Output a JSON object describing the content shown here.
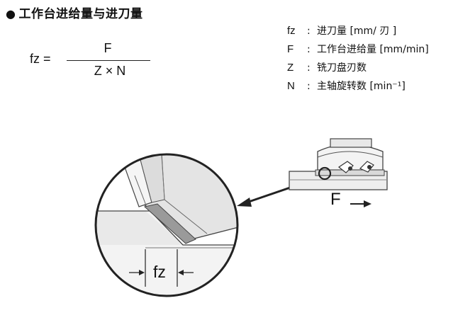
{
  "heading": {
    "bullet": "●",
    "title": "工作台进给量与进刀量"
  },
  "formula": {
    "lhs": "fz =",
    "numerator": "F",
    "denominator": "Z × N"
  },
  "legend": [
    {
      "symbol": "fz",
      "colon": ":",
      "text": "进刀量 [mm/ 刃 ]"
    },
    {
      "symbol": "F",
      "colon": ":",
      "text": "工作台进给量 [mm/min]"
    },
    {
      "symbol": "Z",
      "colon": ":",
      "text": "铣刀盘刃数"
    },
    {
      "symbol": "N",
      "colon": ":",
      "text": "主轴旋转数 [min⁻¹]"
    }
  ],
  "diagram": {
    "fz_label": "fz",
    "feed_label": "F"
  }
}
